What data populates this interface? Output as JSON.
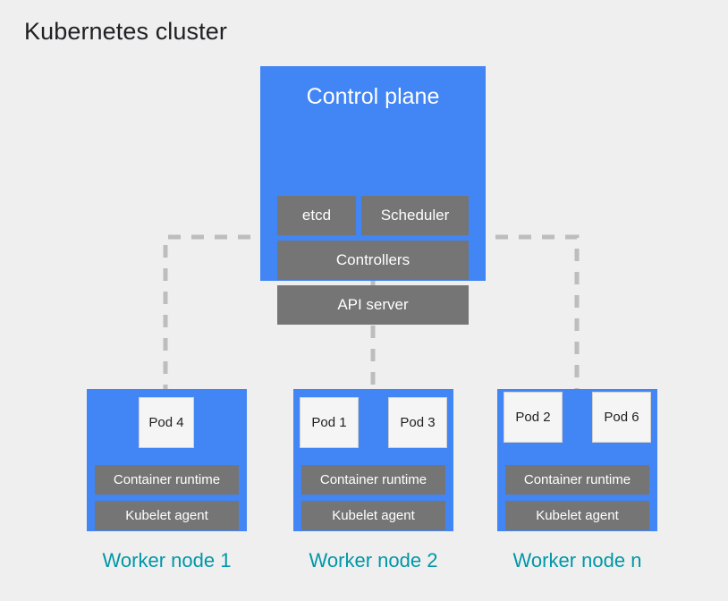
{
  "page": {
    "title": "Kubernetes cluster",
    "background_color": "#efefef"
  },
  "colors": {
    "node_blue": "#4285f4",
    "component_gray": "#757575",
    "label_teal": "#0097a7",
    "pod_white": "#f5f5f5",
    "connector_gray": "#bdbdbd",
    "title_black": "#202124"
  },
  "control_plane": {
    "title": "Control plane",
    "components": [
      {
        "label": "etcd"
      },
      {
        "label": "Scheduler"
      },
      {
        "label": "Controllers"
      },
      {
        "label": "API server"
      }
    ]
  },
  "worker_nodes": [
    {
      "label": "Worker node 1",
      "pods": [
        {
          "label": "Pod 4"
        }
      ],
      "runtime_label": "Container runtime",
      "kubelet_label": "Kubelet agent"
    },
    {
      "label": "Worker node 2",
      "pods": [
        {
          "label": "Pod 1"
        },
        {
          "label": "Pod 3"
        }
      ],
      "runtime_label": "Container runtime",
      "kubelet_label": "Kubelet agent"
    },
    {
      "label": "Worker node n",
      "pods": [
        {
          "label": "Pod 2"
        },
        {
          "label": "Pod 6"
        }
      ],
      "runtime_label": "Container runtime",
      "kubelet_label": "Kubelet agent"
    }
  ],
  "connectors": {
    "style": "dashed",
    "color": "#bdbdbd",
    "width": 5,
    "description": "API server connects to each worker node"
  }
}
